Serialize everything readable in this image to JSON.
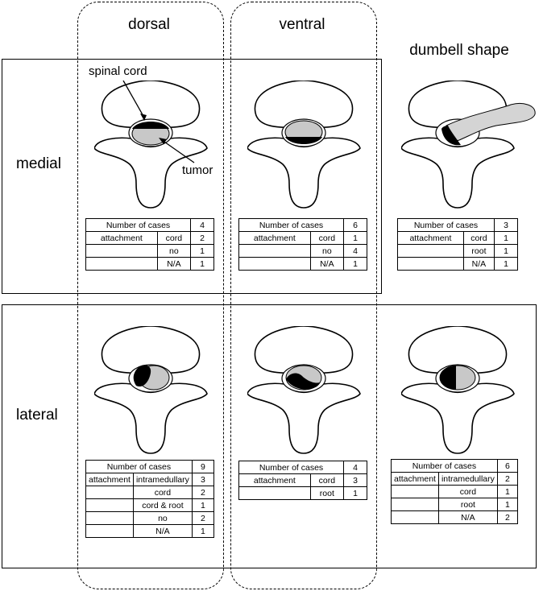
{
  "columns": {
    "dorsal": "dorsal",
    "ventral": "ventral",
    "dumbbell": "dumbell shape"
  },
  "rows": {
    "medial": "medial",
    "lateral": "lateral"
  },
  "callouts": {
    "spinal_cord": "spinal cord",
    "tumor": "tumor"
  },
  "colors": {
    "tumor": "#000000",
    "spinal_cord": "#c8c8c8",
    "bone": "#ffffff",
    "outline": "#000000"
  },
  "tables": {
    "medial_dorsal": {
      "header": "Number of cases",
      "total": "4",
      "attachment_label": "attachment",
      "rows": [
        {
          "label": "cord",
          "value": "2"
        },
        {
          "label": "no",
          "value": "1"
        },
        {
          "label": "N/A",
          "value": "1"
        }
      ]
    },
    "medial_ventral": {
      "header": "Number of cases",
      "total": "6",
      "attachment_label": "attachment",
      "rows": [
        {
          "label": "cord",
          "value": "1"
        },
        {
          "label": "no",
          "value": "4"
        },
        {
          "label": "N/A",
          "value": "1"
        }
      ]
    },
    "medial_dumbbell": {
      "header": "Number of cases",
      "total": "3",
      "attachment_label": "attachment",
      "rows": [
        {
          "label": "cord",
          "value": "1"
        },
        {
          "label": "root",
          "value": "1"
        },
        {
          "label": "N/A",
          "value": "1"
        }
      ]
    },
    "lateral_dorsal": {
      "header": "Number of cases",
      "total": "9",
      "attachment_label": "attachment",
      "rows": [
        {
          "label": "intramedullary",
          "value": "3"
        },
        {
          "label": "cord",
          "value": "2"
        },
        {
          "label": "cord & root",
          "value": "1"
        },
        {
          "label": "no",
          "value": "2"
        },
        {
          "label": "N/A",
          "value": "1"
        }
      ]
    },
    "lateral_ventral": {
      "header": "Number of cases",
      "total": "4",
      "attachment_label": "attachment",
      "rows": [
        {
          "label": "cord",
          "value": "3"
        },
        {
          "label": "root",
          "value": "1"
        }
      ]
    },
    "lateral_dumbbell": {
      "header": "Number of cases",
      "total": "6",
      "attachment_label": "attachment",
      "rows": [
        {
          "label": "intramedullary",
          "value": "2"
        },
        {
          "label": "cord",
          "value": "1"
        },
        {
          "label": "root",
          "value": "1"
        },
        {
          "label": "N/A",
          "value": "2"
        }
      ]
    }
  }
}
